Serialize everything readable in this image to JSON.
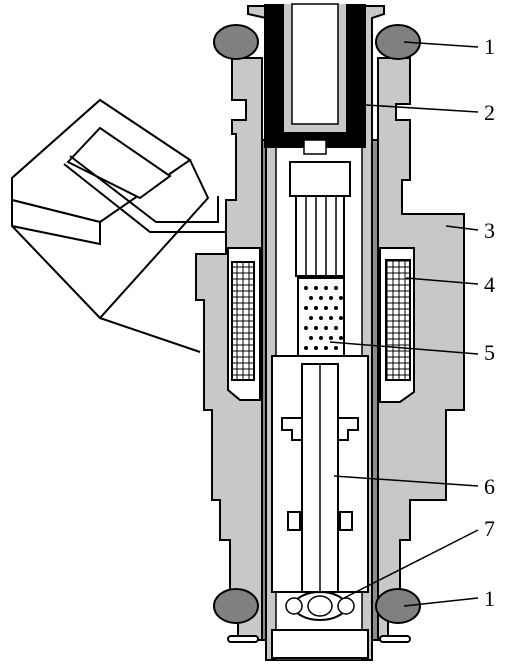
{
  "colors": {
    "background": "#ffffff",
    "body_fill": "#c8c8c8",
    "dark_fill": "#8c8c8c",
    "seal_fill": "#808080",
    "magnet_fill": "#000000",
    "outline": "#000000"
  },
  "callouts": [
    {
      "id": "c1a",
      "label": "1"
    },
    {
      "id": "c2",
      "label": "2"
    },
    {
      "id": "c3",
      "label": "3"
    },
    {
      "id": "c4",
      "label": "4"
    },
    {
      "id": "c5",
      "label": "5"
    },
    {
      "id": "c6",
      "label": "6"
    },
    {
      "id": "c7",
      "label": "7"
    },
    {
      "id": "c1b",
      "label": "1"
    }
  ]
}
